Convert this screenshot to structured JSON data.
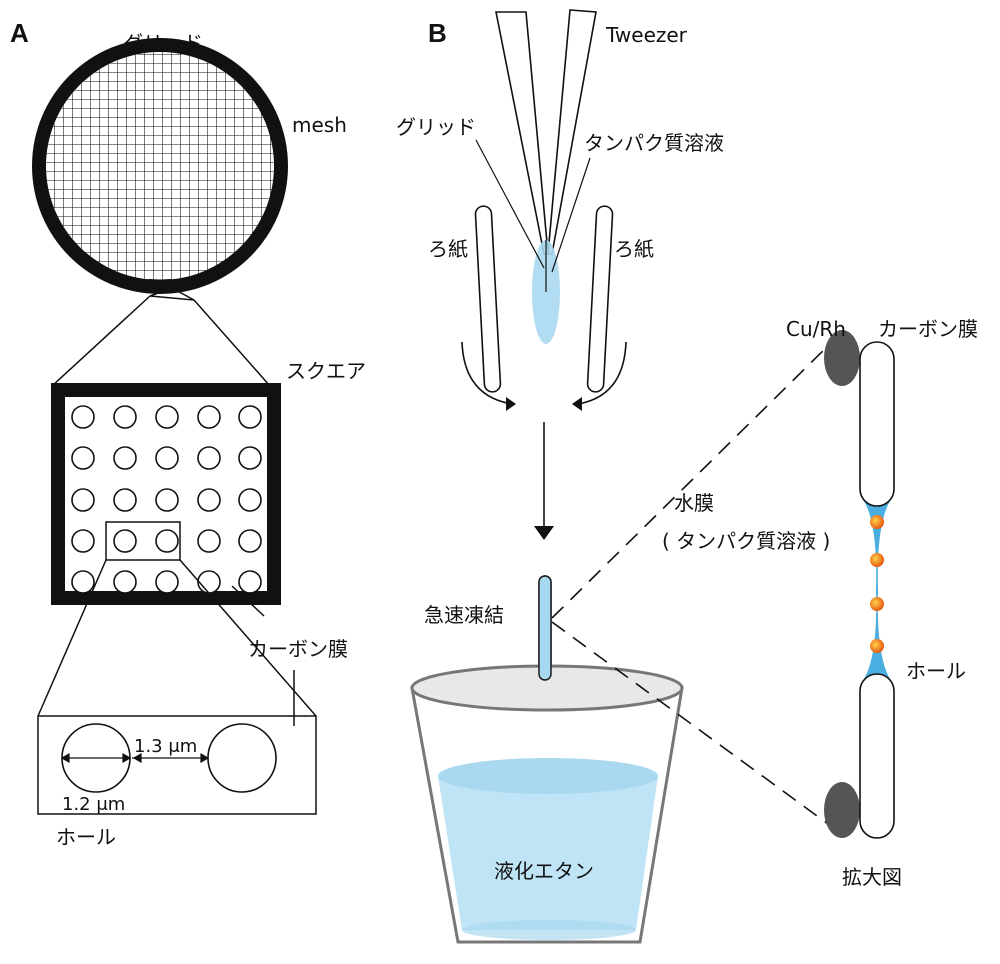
{
  "panel_a": {
    "letter": "A",
    "grid_label": "グリッド",
    "mesh_label": "mesh",
    "square_label": "スクエア",
    "carbon_label": "カーボン膜",
    "spacing_label": "1.3 μm",
    "diameter_label": "1.2 μm",
    "hole_label": "ホール"
  },
  "panel_b": {
    "letter": "B",
    "tweezer_label": "Tweezer",
    "grid_label": "グリッド",
    "protein_label": "タンパク質溶液",
    "filter_left_label": "ろ紙",
    "filter_right_label": "ろ紙",
    "freeze_label": "急速凍結",
    "ethane_label": "液化エタン",
    "water_film_label": "水膜",
    "water_film_sub_label": "( タンパク質溶液 )",
    "metal_label": "Cu/Rh",
    "carbon_label": "カーボン膜",
    "hole_label": "ホール",
    "zoom_label": "拡大図"
  },
  "colors": {
    "line": "#111111",
    "solution": "#a8d8f0",
    "liquid": "#bfe4f5",
    "cup_rim": "#e6e6e6",
    "metal": "#555555",
    "particle": "#f07010"
  }
}
